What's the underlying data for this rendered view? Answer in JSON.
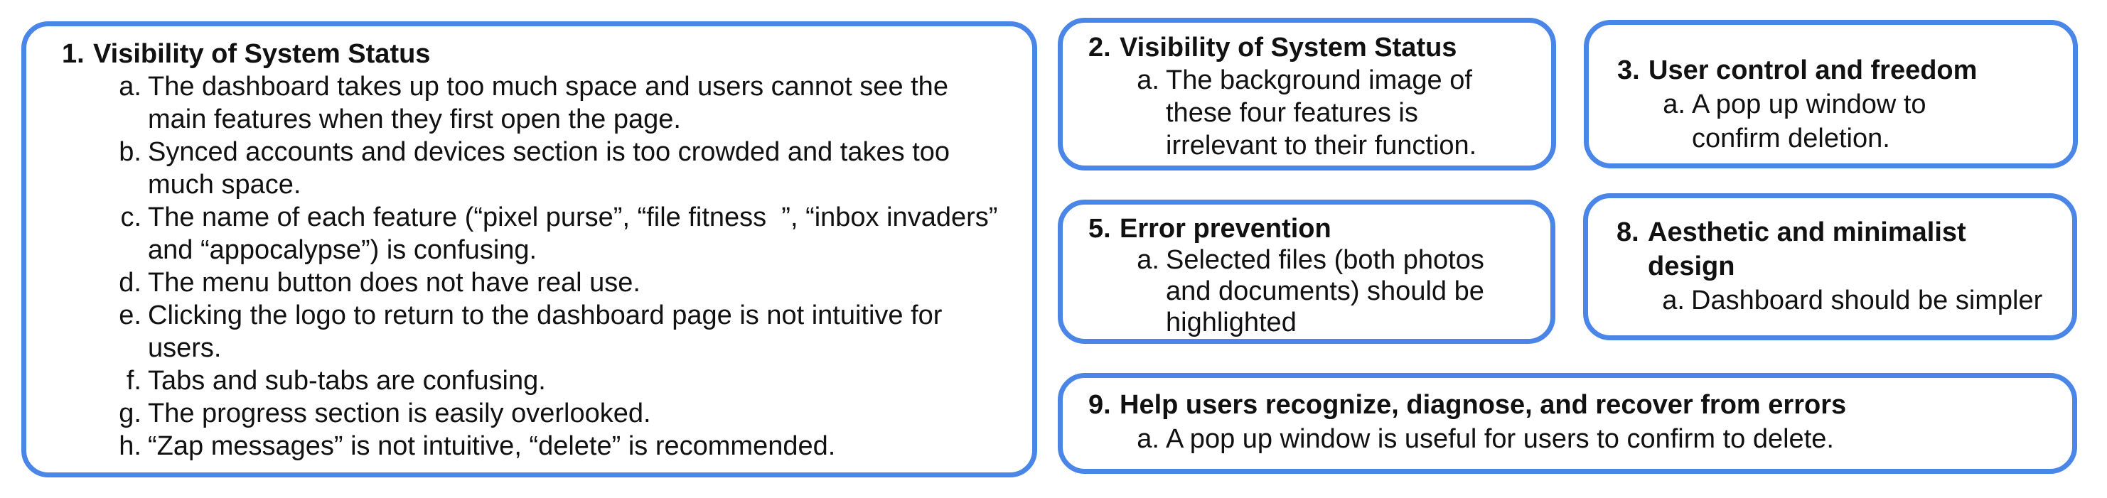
{
  "page": {
    "background": "#ffffff",
    "border_accent": "#4a86e8",
    "text_color": "#111111"
  },
  "boxes": {
    "b1": {
      "number": "1.",
      "title": "Visibility of System Status",
      "items": [
        {
          "marker": "a.",
          "text": "The dashboard takes up too much space and users cannot see the main features when they first open the page."
        },
        {
          "marker": "b.",
          "text": "Synced accounts and devices section is too crowded and takes too much space."
        },
        {
          "marker": "c.",
          "text": "The name of each feature (“pixel purse”, “file fitness  ”, “inbox invaders” and “appocalypse”) is confusing."
        },
        {
          "marker": "d.",
          "text": "The menu button does not have real use."
        },
        {
          "marker": "e.",
          "text": "Clicking the logo to return to the dashboard page is not intuitive for users."
        },
        {
          "marker": "f.",
          "text": "Tabs and sub-tabs are confusing."
        },
        {
          "marker": "g.",
          "text": "The progress section is easily overlooked."
        },
        {
          "marker": "h.",
          "text": "“Zap messages” is not intuitive, “delete” is recommended."
        }
      ]
    },
    "b2": {
      "number": "2.",
      "title": "Visibility of System Status",
      "items": [
        {
          "marker": "a.",
          "text": "The background image of these four features is irrelevant to their function."
        }
      ]
    },
    "b3": {
      "number": "3.",
      "title": "User control and freedom",
      "items": [
        {
          "marker": "a.",
          "text": "A pop up window to confirm deletion."
        }
      ]
    },
    "b5": {
      "number": "5.",
      "title": "Error prevention",
      "items": [
        {
          "marker": "a.",
          "text": "Selected files (both photos and documents) should be highlighted"
        }
      ]
    },
    "b8": {
      "number": "8.",
      "title": "Aesthetic and minimalist design",
      "items": [
        {
          "marker": "a.",
          "text": "Dashboard should be simpler"
        }
      ]
    },
    "b9": {
      "number": "9.",
      "title": "Help users recognize, diagnose, and recover from errors",
      "items": [
        {
          "marker": "a.",
          "text": "A pop up window is useful for users to confirm to delete."
        }
      ]
    }
  }
}
